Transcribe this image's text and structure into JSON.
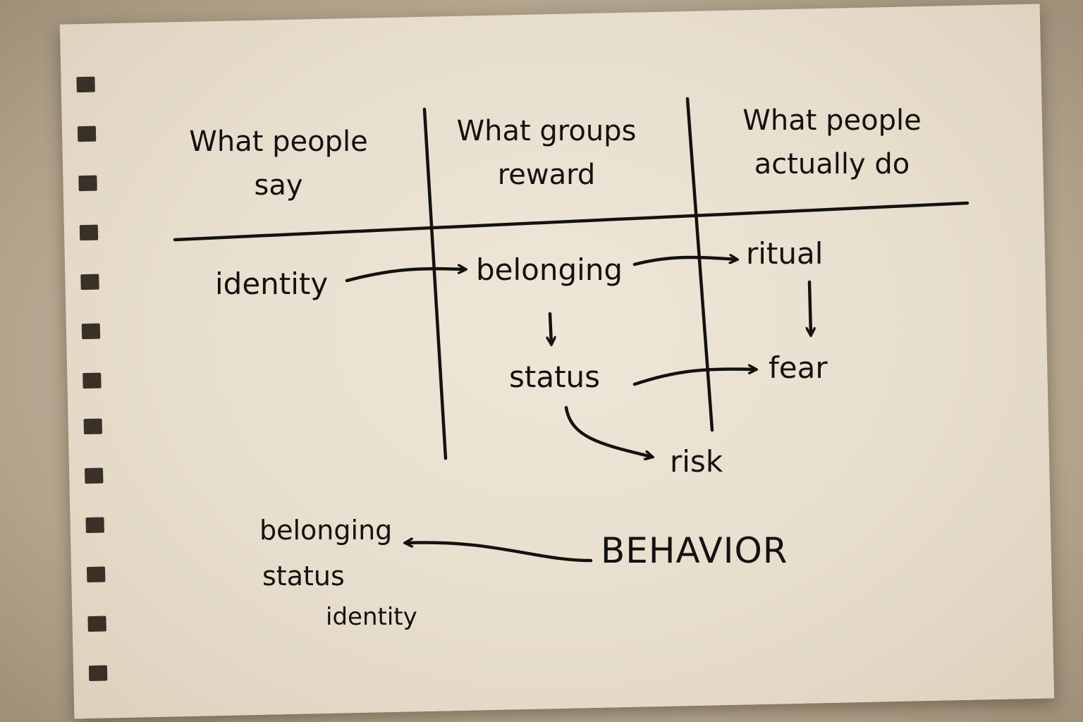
{
  "columns": [
    {
      "line1": "What people",
      "line2": "say"
    },
    {
      "line1": "What groups",
      "line2": "reward"
    },
    {
      "line1": "What people",
      "line2": "actually do"
    }
  ],
  "nodes": {
    "identity": "identity",
    "belonging": "belonging",
    "status": "status",
    "ritual": "ritual",
    "fear": "fear",
    "risk": "risk"
  },
  "edges": [
    {
      "from": "identity",
      "to": "belonging"
    },
    {
      "from": "belonging",
      "to": "ritual"
    },
    {
      "from": "belonging",
      "to": "status"
    },
    {
      "from": "ritual",
      "to": "fear"
    },
    {
      "from": "status",
      "to": "fear"
    },
    {
      "from": "status",
      "to": "risk"
    },
    {
      "from": "BEHAVIOR",
      "to": "list"
    }
  ],
  "behavior": {
    "label": "BEHAVIOR",
    "list": [
      "belonging",
      "status",
      "identity"
    ]
  },
  "colors": {
    "ink": "#141210",
    "paper": "#ebe2d3",
    "background": "#b8aa93"
  }
}
